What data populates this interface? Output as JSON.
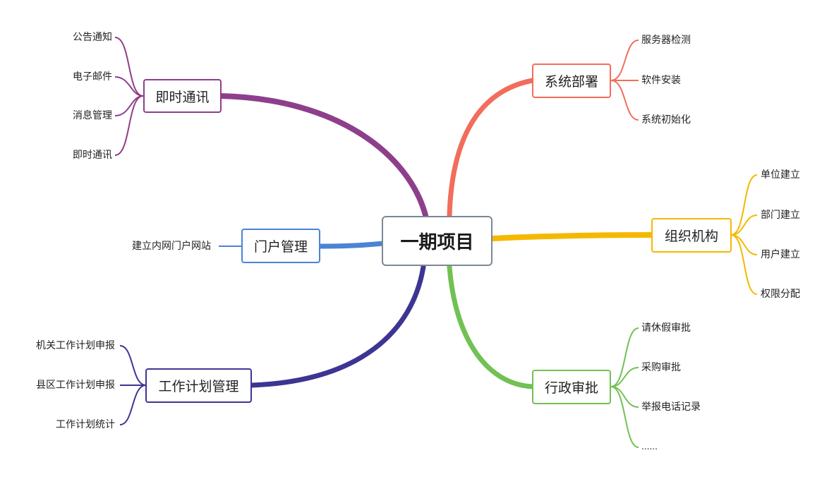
{
  "central_topic": "一期项目",
  "branches": {
    "jishi": {
      "label": "即时通讯",
      "color": "#8e3f8b",
      "children": [
        "公告通知",
        "电子邮件",
        "消息管理",
        "即时通讯"
      ]
    },
    "menhu": {
      "label": "门户管理",
      "color": "#4a84d4",
      "children": [
        "建立内网门户网站"
      ]
    },
    "gongzuo": {
      "label": "工作计划管理",
      "color": "#3d3592",
      "children": [
        "机关工作计划申报",
        "县区工作计划申报",
        "工作计划统计"
      ]
    },
    "xitong": {
      "label": "系统部署",
      "color": "#f26d5b",
      "children": [
        "服务器检测",
        "软件安装",
        "系统初始化"
      ]
    },
    "zuzhi": {
      "label": "组织机构",
      "color": "#f5b800",
      "children": [
        "单位建立",
        "部门建立",
        "用户建立",
        "权限分配"
      ]
    },
    "xingzheng": {
      "label": "行政审批",
      "color": "#72c154",
      "children": [
        "请休假审批",
        "采购审批",
        "举报电话记录",
        "......"
      ]
    }
  }
}
